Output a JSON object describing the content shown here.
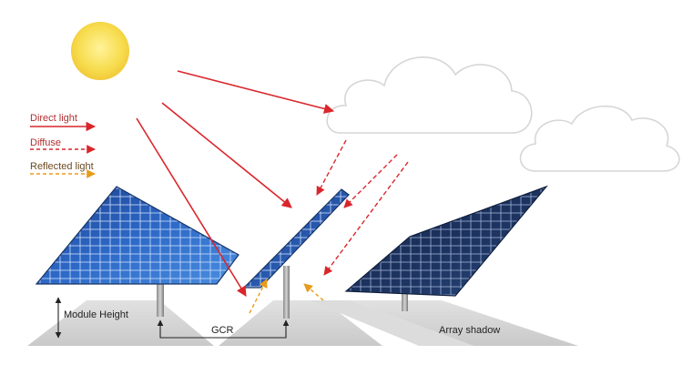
{
  "legend": {
    "direct": "Direct light",
    "diffuse": "Diffuse",
    "reflected": "Reflected light"
  },
  "labels": {
    "module_height": "Module Height",
    "gcr": "GCR",
    "array_shadow": "Array shadow"
  },
  "colors": {
    "sun": "#f7dc4d",
    "direct": "#d9262c",
    "diffuse": "#d9262c",
    "reflected": "#e89b1d",
    "panel_light": "#2f66c2",
    "panel_dark": "#1b2f59",
    "shadow": "#cfcfcf",
    "cloud_stroke": "#d6d6d6"
  }
}
